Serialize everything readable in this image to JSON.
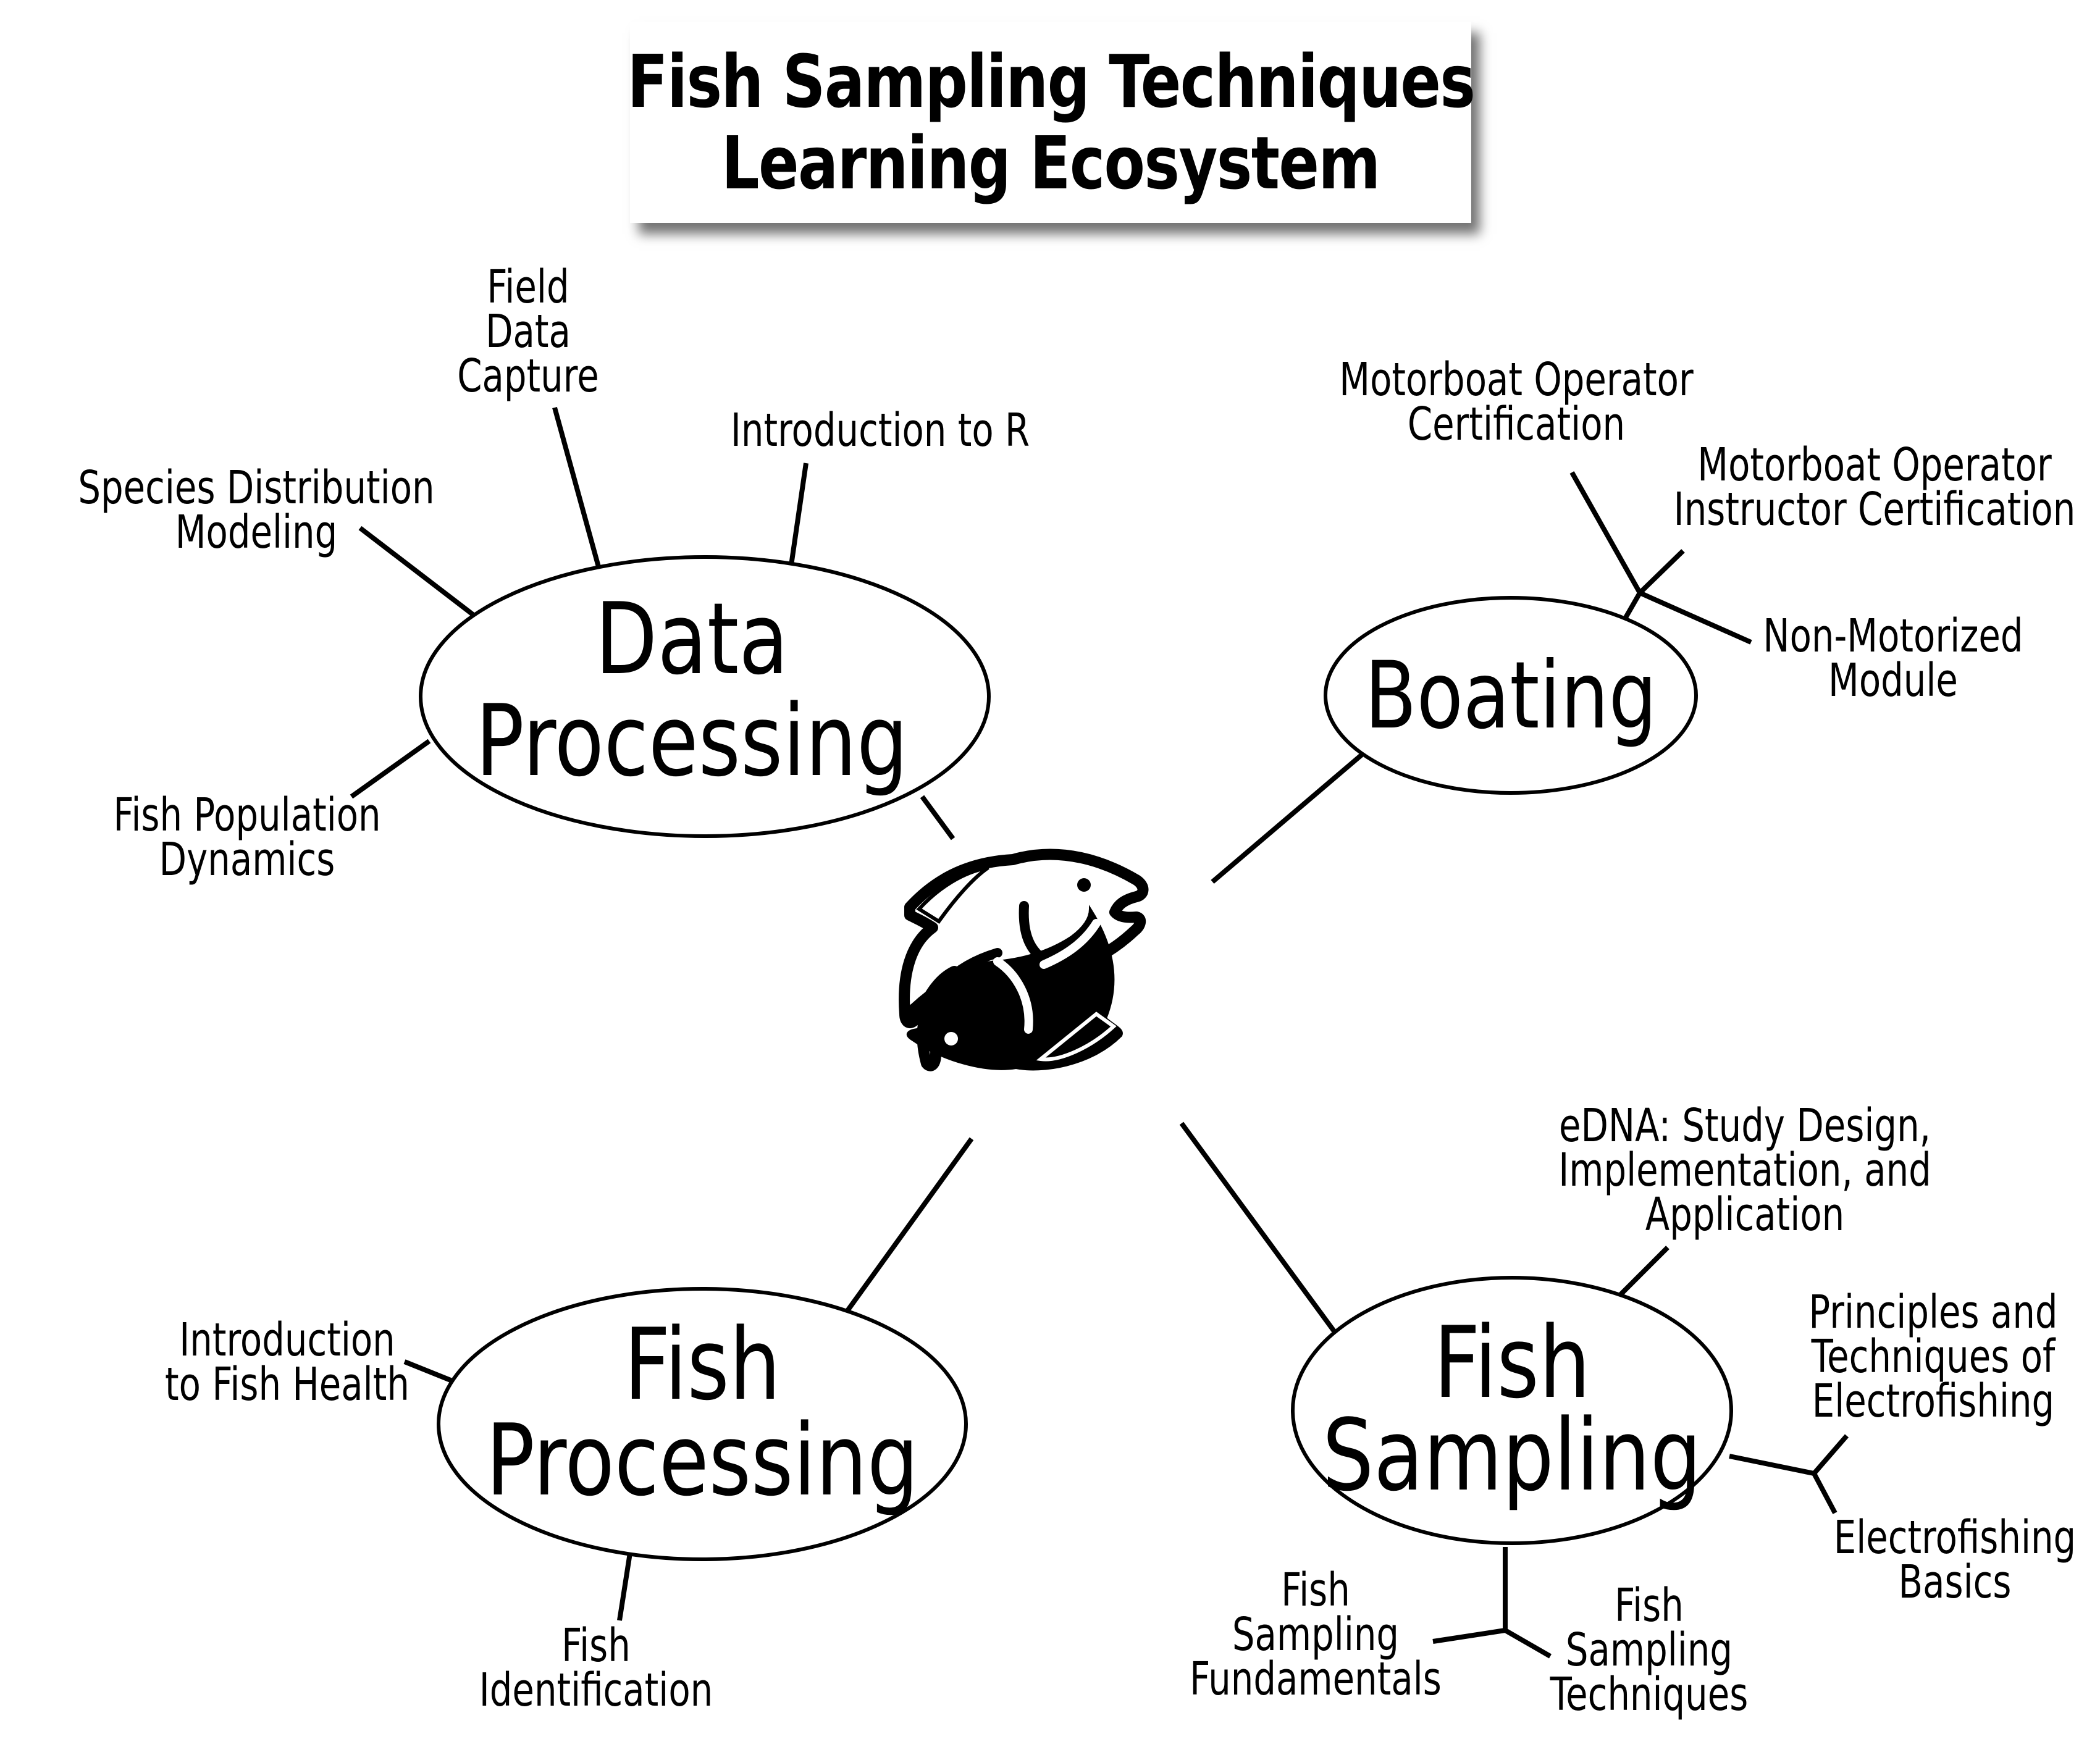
{
  "title": {
    "line1": "Fish Sampling Techniques",
    "line2": "Learning Ecosystem"
  },
  "center_logo": {
    "icon": "two-fish-yin-yang-icon"
  },
  "hubs": {
    "data_processing": {
      "label_lines": [
        "Data",
        "Processing"
      ],
      "children": [
        {
          "lines": [
            "Field",
            "Data",
            "Capture"
          ]
        },
        {
          "lines": [
            "Introduction to R"
          ]
        },
        {
          "lines": [
            "Species Distribution",
            "Modeling"
          ]
        },
        {
          "lines": [
            "Fish Population",
            "Dynamics"
          ]
        }
      ]
    },
    "boating": {
      "label_lines": [
        "Boating"
      ],
      "children": [
        {
          "lines": [
            "Motorboat Operator",
            "Certification"
          ]
        },
        {
          "lines": [
            "Motorboat Operator",
            "Instructor Certification"
          ]
        },
        {
          "lines": [
            "Non-Motorized",
            "Module"
          ]
        }
      ]
    },
    "fish_processing": {
      "label_lines": [
        "Fish",
        "Processing"
      ],
      "children": [
        {
          "lines": [
            "Introduction",
            "to Fish Health"
          ]
        },
        {
          "lines": [
            "Fish",
            "Identification"
          ]
        }
      ]
    },
    "fish_sampling": {
      "label_lines": [
        "Fish",
        "Sampling"
      ],
      "children": [
        {
          "lines": [
            "eDNA: Study Design,",
            "Implementation, and",
            "Application"
          ]
        },
        {
          "lines": [
            "Principles and",
            "Techniques of",
            "Electrofishing"
          ]
        },
        {
          "lines": [
            "Electrofishing",
            "Basics"
          ]
        },
        {
          "lines": [
            "Fish",
            "Sampling",
            "Fundamentals"
          ]
        },
        {
          "lines": [
            "Fish",
            "Sampling",
            "Techniques"
          ]
        }
      ]
    }
  }
}
